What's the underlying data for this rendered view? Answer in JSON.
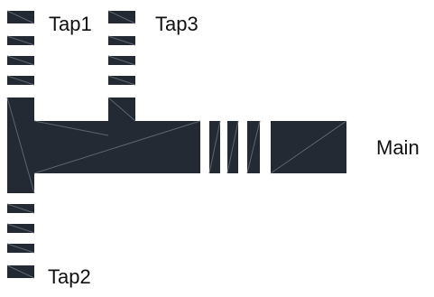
{
  "labels": {
    "tap1": "Tap1",
    "tap2": "Tap2",
    "tap3": "Tap3",
    "main": "Main"
  },
  "colors": {
    "fill": "#242a33",
    "line": "#5b6470",
    "text": "#111111",
    "background": "#ffffff"
  }
}
